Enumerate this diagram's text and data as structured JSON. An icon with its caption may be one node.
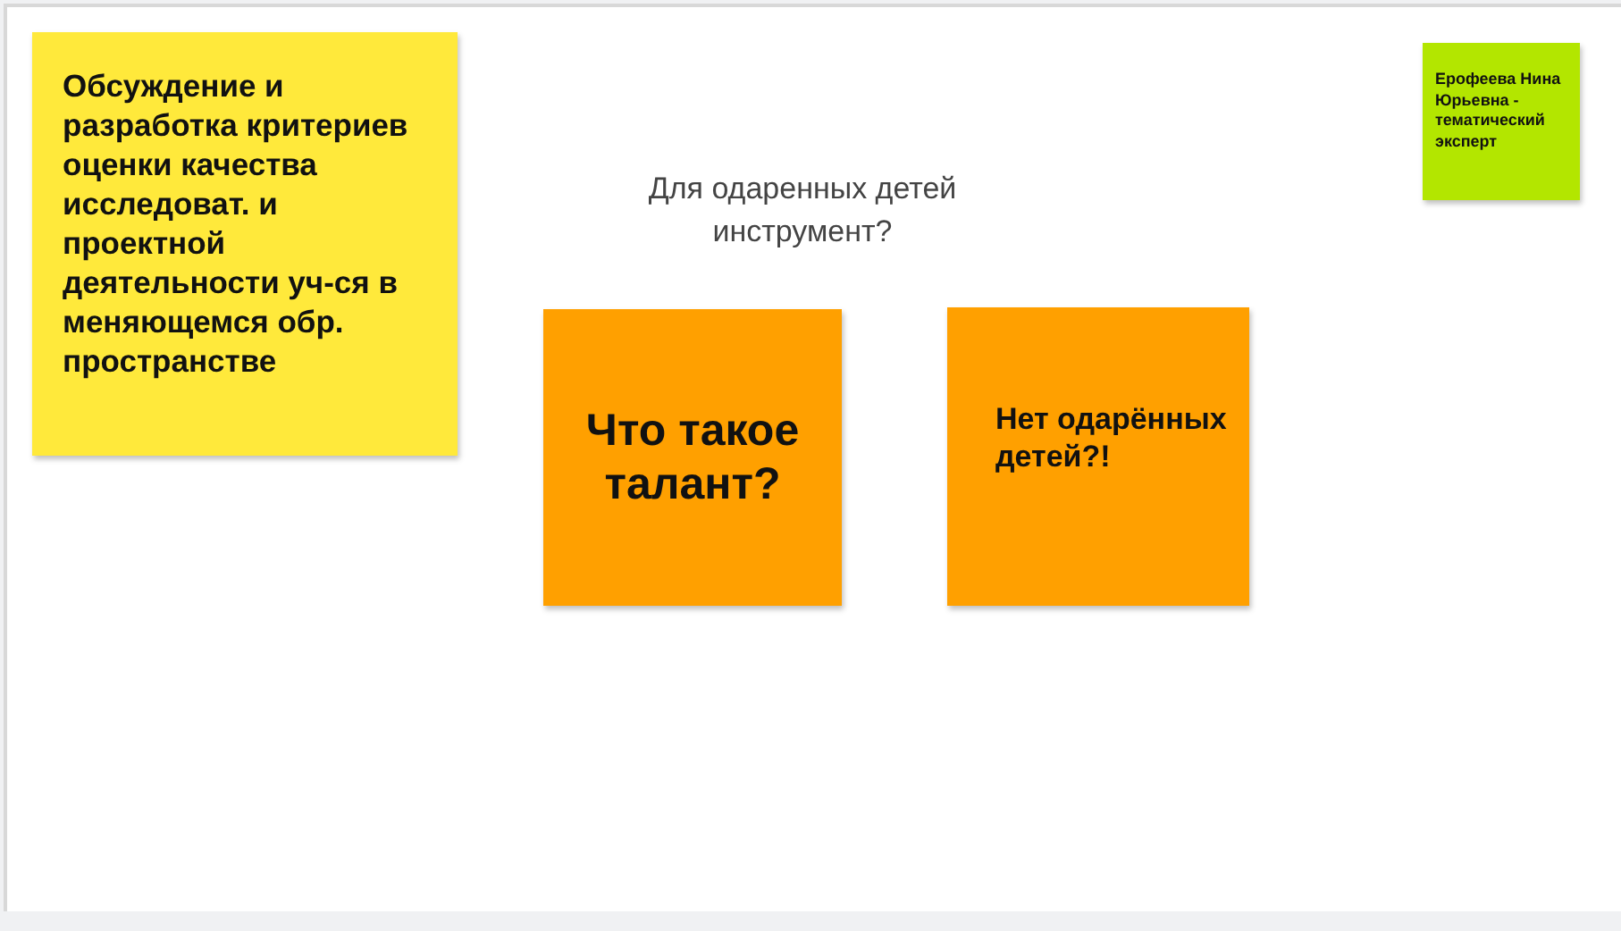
{
  "diagram": {
    "nodes": [
      {
        "text": [
          "Обсуждение и разработка критериев оценки качества исследоват. и проектной деятельности уч-ся в меняющемся обр. пространстве"
        ]
      },
      {
        "text": [
          "Ерофеева Нина Юрьевна - тематический эксперт"
        ]
      },
      {
        "text": [
          "Что такое талант?"
        ]
      },
      {
        "text": [
          "Нет одарённых детей?!"
        ]
      }
    ],
    "labels": [
      "Для одаренных детей инструмент?"
    ]
  }
}
